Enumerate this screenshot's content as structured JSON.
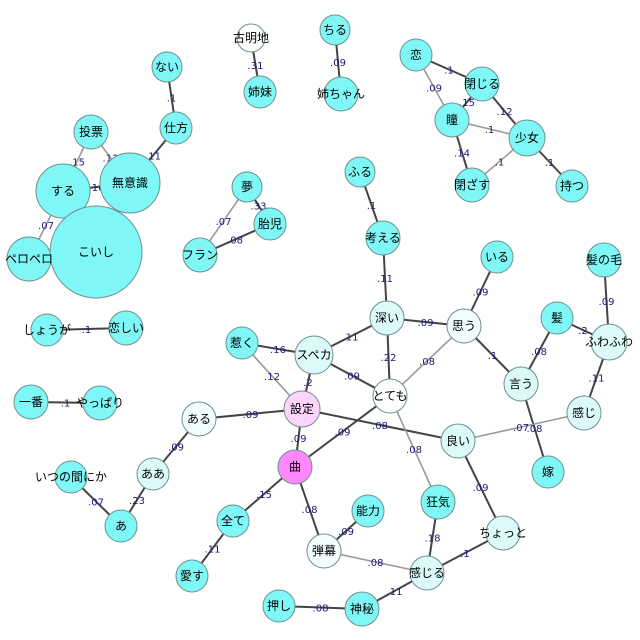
{
  "colors": {
    "cyan": "#7ff7f7",
    "light": "#dcfafa",
    "pale": "#f2fdfd",
    "white": "#ffffff",
    "pink": "#ff88ff",
    "pinkLight": "#fcd5fc",
    "edgeDark": "#444444",
    "edgeLight": "#9a9a9a"
  },
  "nodes": {
    "nai": "ない",
    "shikata": "仕方",
    "touhyou": "投票",
    "suru": "する",
    "muishiki": "無意識",
    "koishi": "こいし",
    "peropero": "ペロペロ",
    "furuakechi": "古明地",
    "shimai": "姉妹",
    "chiru": "ちる",
    "neechan": "姉ちゃん",
    "koi": "恋",
    "tojiru": "閉じる",
    "hitomi": "瞳",
    "shoujo": "少女",
    "tozasu": "閉ざす",
    "motsu": "持つ",
    "furu": "ふる",
    "kangaeru": "考える",
    "yume": "夢",
    "taiji": "胎児",
    "furan": "フラン",
    "iru": "いる",
    "kaminoke": "髪の毛",
    "kami": "髪",
    "fuwafuwa": "ふわふわ",
    "shouga": "しょうが",
    "koishii": "恋しい",
    "fukai": "深い",
    "omou": "思う",
    "hiku": "惹く",
    "supeka": "スペカ",
    "iu": "言う",
    "kanji": "感じ",
    "totemo": "とても",
    "ichiban": "一番",
    "yappari": "やっぱり",
    "aru": "ある",
    "settei": "設定",
    "yoi": "良い",
    "yome": "嫁",
    "aa": "ああ",
    "kyoku": "曲",
    "itsunomanika": "いつの間にか",
    "a": "あ",
    "kyouki": "狂気",
    "chotto": "ちょっと",
    "nouryoku": "能力",
    "subete": "全て",
    "danmaku": "弾幕",
    "kanjiru": "感じる",
    "aisu": "愛す",
    "oshi": "押し",
    "shinpi": "神秘"
  },
  "edges": [
    {
      "from": "nai",
      "to": "shikata",
      "weight": ".1",
      "strength": "dark"
    },
    {
      "from": "shikata",
      "to": "muishiki",
      "weight": ".11",
      "strength": "dark"
    },
    {
      "from": "touhyou",
      "to": "suru",
      "weight": ".15",
      "strength": "light"
    },
    {
      "from": "touhyou",
      "to": "muishiki",
      "weight": ".12",
      "strength": "light"
    },
    {
      "from": "suru",
      "to": "muishiki",
      "weight": ".16",
      "strength": "dark"
    },
    {
      "from": "suru",
      "to": "koishi",
      "weight": "",
      "strength": "dark"
    },
    {
      "from": "muishiki",
      "to": "koishi",
      "weight": "",
      "strength": "dark"
    },
    {
      "from": "peropero",
      "to": "suru",
      "weight": ".07",
      "strength": "light"
    },
    {
      "from": "furuakechi",
      "to": "shimai",
      "weight": ".31",
      "strength": "dark"
    },
    {
      "from": "chiru",
      "to": "neechan",
      "weight": ".09",
      "strength": "dark"
    },
    {
      "from": "koi",
      "to": "tojiru",
      "weight": ".1",
      "strength": "dark"
    },
    {
      "from": "koi",
      "to": "hitomi",
      "weight": ".09",
      "strength": "light"
    },
    {
      "from": "tojiru",
      "to": "hitomi",
      "weight": ".15",
      "strength": "dark"
    },
    {
      "from": "tojiru",
      "to": "shoujo",
      "weight": ".12",
      "strength": "dark"
    },
    {
      "from": "hitomi",
      "to": "shoujo",
      "weight": ".1",
      "strength": "light"
    },
    {
      "from": "hitomi",
      "to": "tozasu",
      "weight": ".14",
      "strength": "dark"
    },
    {
      "from": "tozasu",
      "to": "shoujo",
      "weight": ".1",
      "strength": "light"
    },
    {
      "from": "shoujo",
      "to": "motsu",
      "weight": ".1",
      "strength": "dark"
    },
    {
      "from": "yume",
      "to": "taiji",
      "weight": ".33",
      "strength": "dark"
    },
    {
      "from": "yume",
      "to": "furan",
      "weight": ".07",
      "strength": "light"
    },
    {
      "from": "taiji",
      "to": "furan",
      "weight": ".08",
      "strength": "dark"
    },
    {
      "from": "furu",
      "to": "kangaeru",
      "weight": ".1",
      "strength": "dark"
    },
    {
      "from": "kangaeru",
      "to": "fukai",
      "weight": ".11",
      "strength": "dark"
    },
    {
      "from": "iru",
      "to": "omou",
      "weight": ".09",
      "strength": "dark"
    },
    {
      "from": "kaminoke",
      "to": "fuwafuwa",
      "weight": ".09",
      "strength": "dark"
    },
    {
      "from": "kami",
      "to": "fuwafuwa",
      "weight": ".2",
      "strength": "dark"
    },
    {
      "from": "kami",
      "to": "iu",
      "weight": ".08",
      "strength": "dark"
    },
    {
      "from": "fuwafuwa",
      "to": "kanji",
      "weight": ".11",
      "strength": "dark"
    },
    {
      "from": "shouga",
      "to": "koishii",
      "weight": ".1",
      "strength": "dark"
    },
    {
      "from": "fukai",
      "to": "omou",
      "weight": ".09",
      "strength": "dark"
    },
    {
      "from": "fukai",
      "to": "supeka",
      "weight": ".11",
      "strength": "dark"
    },
    {
      "from": "fukai",
      "to": "totemo",
      "weight": ".22",
      "strength": "dark"
    },
    {
      "from": "omou",
      "to": "iu",
      "weight": ".1",
      "strength": "dark"
    },
    {
      "from": "omou",
      "to": "totemo",
      "weight": ".08",
      "strength": "light"
    },
    {
      "from": "hiku",
      "to": "supeka",
      "weight": ".16",
      "strength": "dark"
    },
    {
      "from": "hiku",
      "to": "settei",
      "weight": ".12",
      "strength": "light"
    },
    {
      "from": "supeka",
      "to": "settei",
      "weight": ".2",
      "strength": "dark"
    },
    {
      "from": "supeka",
      "to": "totemo",
      "weight": ".09",
      "strength": "dark"
    },
    {
      "from": "iu",
      "to": "yome",
      "weight": ".08",
      "strength": "dark"
    },
    {
      "from": "kanji",
      "to": "yoi",
      "weight": ".07",
      "strength": "light"
    },
    {
      "from": "ichiban",
      "to": "yappari",
      "weight": ".1",
      "strength": "dark"
    },
    {
      "from": "aru",
      "to": "settei",
      "weight": ".09",
      "strength": "dark"
    },
    {
      "from": "settei",
      "to": "yoi",
      "weight": ".08",
      "strength": "dark"
    },
    {
      "from": "settei",
      "to": "kyoku",
      "weight": ".09",
      "strength": "dark"
    },
    {
      "from": "totemo",
      "to": "kyoku",
      "weight": ".09",
      "strength": "dark"
    },
    {
      "from": "totemo",
      "to": "kyouki",
      "weight": ".08",
      "strength": "light"
    },
    {
      "from": "yoi",
      "to": "chotto",
      "weight": ".09",
      "strength": "dark"
    },
    {
      "from": "aru",
      "to": "aa",
      "weight": ".09",
      "strength": "dark"
    },
    {
      "from": "aa",
      "to": "a",
      "weight": ".23",
      "strength": "dark"
    },
    {
      "from": "itsunomanika",
      "to": "a",
      "weight": ".07",
      "strength": "dark"
    },
    {
      "from": "kyoku",
      "to": "subete",
      "weight": ".15",
      "strength": "dark"
    },
    {
      "from": "kyoku",
      "to": "danmaku",
      "weight": ".08",
      "strength": "dark"
    },
    {
      "from": "nouryoku",
      "to": "danmaku",
      "weight": ".09",
      "strength": "dark"
    },
    {
      "from": "kyouki",
      "to": "kanjiru",
      "weight": ".18",
      "strength": "dark"
    },
    {
      "from": "chotto",
      "to": "kanjiru",
      "weight": ".1",
      "strength": "dark"
    },
    {
      "from": "danmaku",
      "to": "kanjiru",
      "weight": ".08",
      "strength": "light"
    },
    {
      "from": "kanjiru",
      "to": "shinpi",
      "weight": ".11",
      "strength": "dark"
    },
    {
      "from": "subete",
      "to": "aisu",
      "weight": ".11",
      "strength": "dark"
    },
    {
      "from": "oshi",
      "to": "shinpi",
      "weight": ".08",
      "strength": "dark"
    }
  ]
}
